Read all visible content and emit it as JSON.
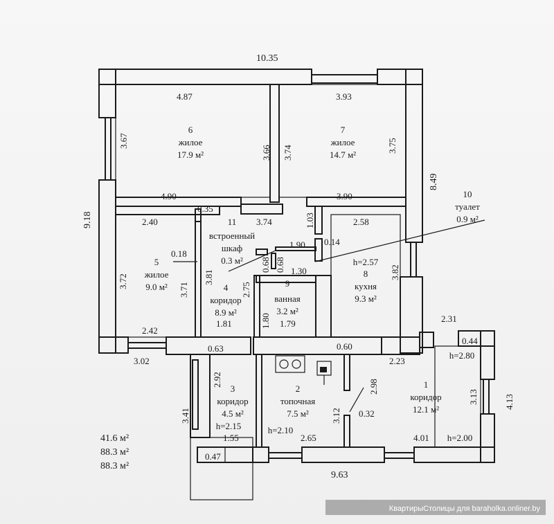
{
  "dims": {
    "top_total": "10.35",
    "r6_top": "4.87",
    "r7_top": "3.93",
    "r6_left": "3.67",
    "r6_mid": "3.66",
    "r7_mid": "3.74",
    "r7_right": "3.75",
    "right_total": "8.49",
    "left_total": "9.18",
    "r6_bottom": "4.90",
    "r7_bottom": "3.90",
    "closet_w": "0.35",
    "r5_top": "2.40",
    "corr_top": "3.74",
    "toilet_h": "1.03",
    "r8_top": "2.58",
    "r5_w": "0.18",
    "r5_left": "3.72",
    "r5_right": "3.71",
    "corr_left": "3.81",
    "d190": "1.90",
    "d014": "0.14",
    "d068a": "0.68",
    "d068b": "0.68",
    "d130": "1.30",
    "d275": "2.75",
    "r8_right": "3.82",
    "d180": "1.80",
    "r4_bottom": "1.81",
    "r9_bottom": "1.79",
    "r5_bottom": "2.42",
    "d231": "2.31",
    "d044": "0.44",
    "left_bottom": "3.02",
    "d063": "0.63",
    "d060": "0.60",
    "d223": "2.23",
    "d292": "2.92",
    "d298": "2.98",
    "d313": "3.13",
    "d413": "4.13",
    "d341": "3.41",
    "d312": "3.12",
    "d032": "0.32",
    "r3_bottom": "1.55",
    "d265": "2.65",
    "d401": "4.01",
    "d047": "0.47",
    "bottom_total": "9.63"
  },
  "rooms": {
    "r6": {
      "num": "6",
      "name": "жилое",
      "area": "17.9 м²"
    },
    "r7": {
      "num": "7",
      "name": "жилое",
      "area": "14.7 м²"
    },
    "r11": {
      "num": "11",
      "name1": "встроенный",
      "name2": "шкаф",
      "area": "0.3 м²"
    },
    "r10": {
      "num": "10",
      "name": "туалет",
      "area": "0.9 м²"
    },
    "r8": {
      "height": "h=2.57",
      "num": "8",
      "name": "кухня",
      "area": "9.3 м²"
    },
    "r5": {
      "num": "5",
      "name": "жилое",
      "area": "9.0 м²"
    },
    "r4": {
      "num": "4",
      "name": "коридор",
      "area": "8.9 м²"
    },
    "r9": {
      "num": "9",
      "name": "ванная",
      "area": "3.2 м²"
    },
    "r1": {
      "height": "h=2.80",
      "num": "1",
      "name": "коридор",
      "area": "12.1 м²",
      "height2": "h=2.00"
    },
    "r2": {
      "num": "2",
      "name": "топочная",
      "area": "7.5 м²",
      "height": "h=2.10"
    },
    "r3": {
      "num": "3",
      "name": "коридор",
      "area": "4.5 м²",
      "height": "h=2.15"
    }
  },
  "summary": {
    "line1": "41.6 м²",
    "line2": "88.3 м²",
    "line3": "88.3 м²"
  },
  "watermark": "КвартирыСтолицы для baraholka.onliner.by"
}
